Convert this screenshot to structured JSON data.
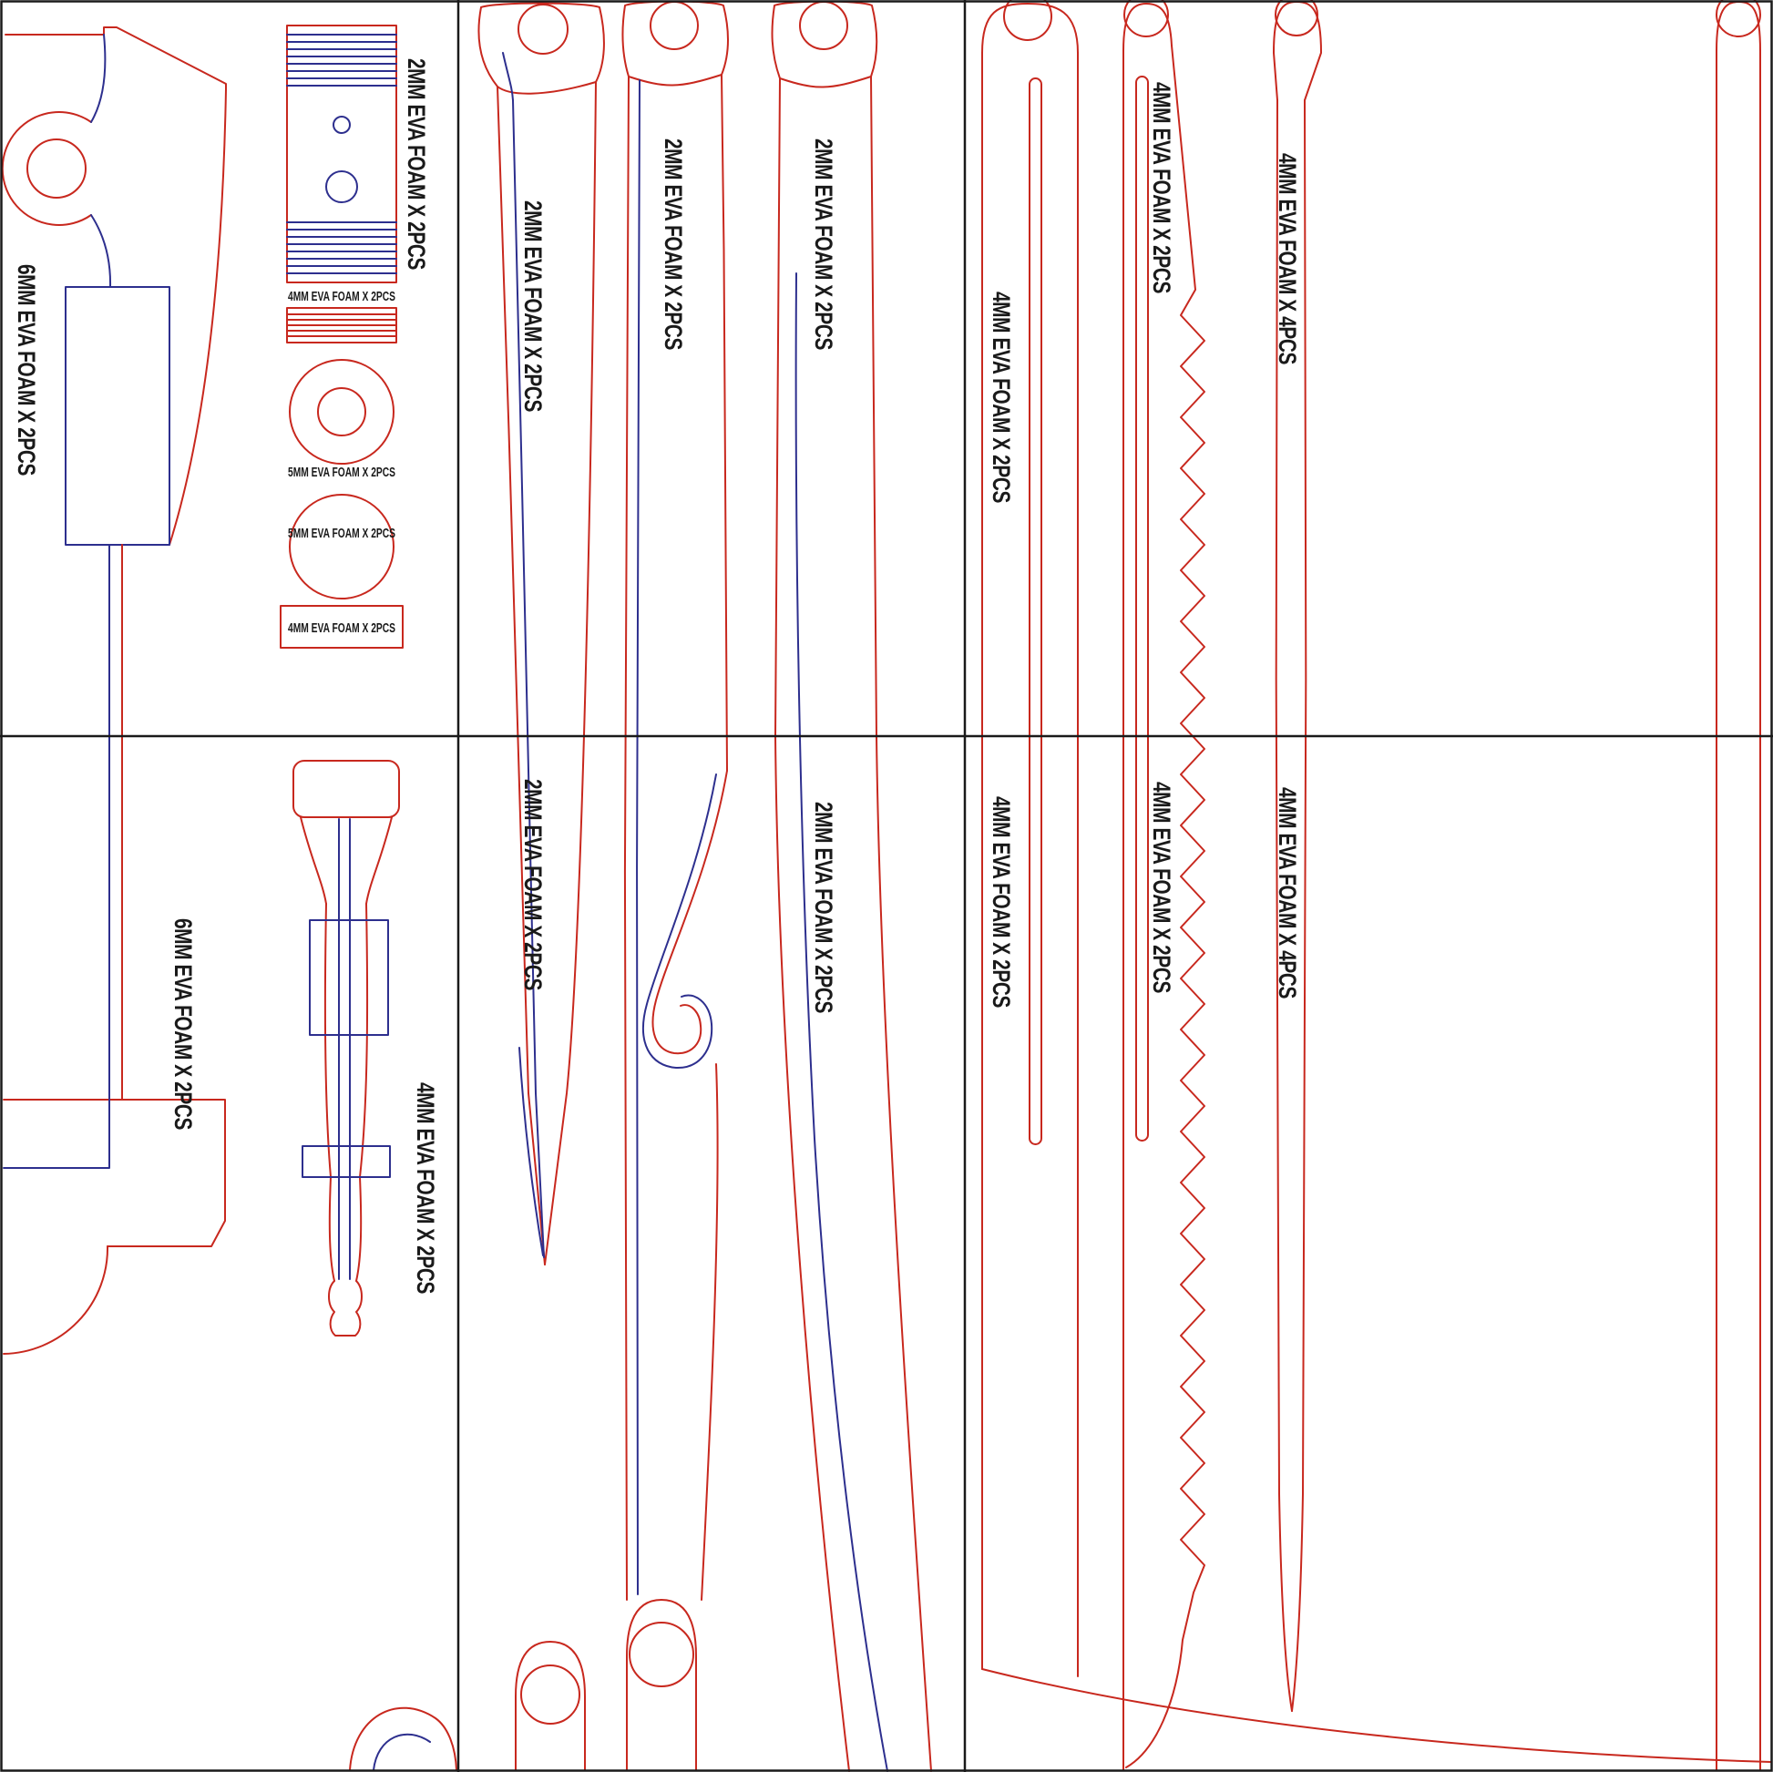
{
  "colors": {
    "red": "#c8281e",
    "blue": "#2d2f8e",
    "ink": "#1a1a1a",
    "bg": "#ffffff"
  },
  "panels": {
    "top_left": {
      "labels": [
        {
          "id": "handle-a",
          "text": "6MM EVA FOAM X 2PCS"
        },
        {
          "id": "grip-wrap",
          "text": "2MM EVA FOAM X 2PCS"
        },
        {
          "id": "stripe-strip",
          "text": "4MM EVA FOAM X 2PCS"
        },
        {
          "id": "washer",
          "text": "5MM EVA FOAM X 2PCS"
        },
        {
          "id": "disc",
          "text": "5MM EVA FOAM X 2PCS"
        },
        {
          "id": "spacer-rect",
          "text": "4MM EVA FOAM X 2PCS"
        }
      ]
    },
    "top_middle": {
      "labels": [
        {
          "id": "blade-layer-1",
          "text": "2MM EVA FOAM X 2PCS"
        },
        {
          "id": "blade-layer-2",
          "text": "2MM EVA FOAM X 2PCS"
        },
        {
          "id": "blade-layer-3",
          "text": "2MM EVA FOAM X 2PCS"
        }
      ]
    },
    "top_right": {
      "labels": [
        {
          "id": "slotted-strip",
          "text": "4MM EVA FOAM X 2PCS"
        },
        {
          "id": "zigzag-strip",
          "text": "4MM EVA FOAM X 2PCS"
        },
        {
          "id": "plain-strip",
          "text": "4MM EVA FOAM X 4PCS"
        }
      ]
    },
    "bottom_left": {
      "labels": [
        {
          "id": "handle-b",
          "text": "6MM EVA FOAM X 2PCS"
        },
        {
          "id": "pommel-insert",
          "text": "4MM EVA FOAM X 2PCS"
        }
      ]
    },
    "bottom_middle": {
      "labels": [
        {
          "id": "blade-layer-1-cont",
          "text": "2MM EVA FOAM X 2PCS"
        },
        {
          "id": "blade-layer-3-cont",
          "text": "2MM EVA FOAM X 2PCS"
        }
      ]
    },
    "bottom_right": {
      "labels": [
        {
          "id": "slotted-strip-cont",
          "text": "4MM EVA FOAM X 2PCS"
        },
        {
          "id": "zigzag-strip-cont",
          "text": "4MM EVA FOAM X 2PCS"
        },
        {
          "id": "plain-strip-cont",
          "text": "4MM EVA FOAM X 4PCS"
        }
      ]
    }
  }
}
